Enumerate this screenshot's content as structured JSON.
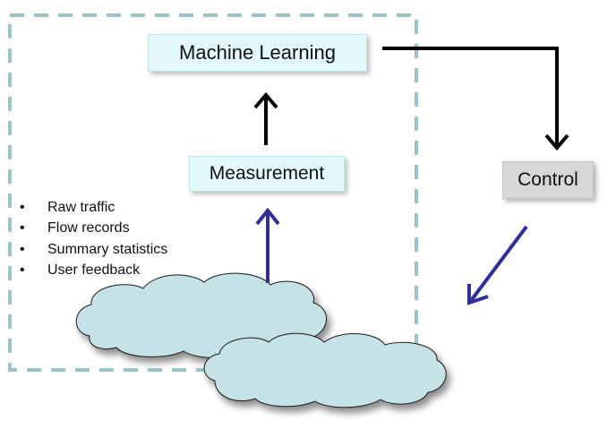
{
  "nodes": {
    "machine_learning": "Machine Learning",
    "measurement": "Measurement",
    "control": "Control"
  },
  "data_sources": [
    "Raw traffic",
    "Flow records",
    "Summary statistics",
    "User feedback"
  ],
  "colors": {
    "box_fill": "#e3f8fb",
    "control_fill": "#d7d7d7",
    "cloud_fill": "#c5e3e6",
    "dashed_border": "#9cc4c7",
    "input_arrow": "#2f2f9a",
    "flow_arrow": "#000000"
  }
}
